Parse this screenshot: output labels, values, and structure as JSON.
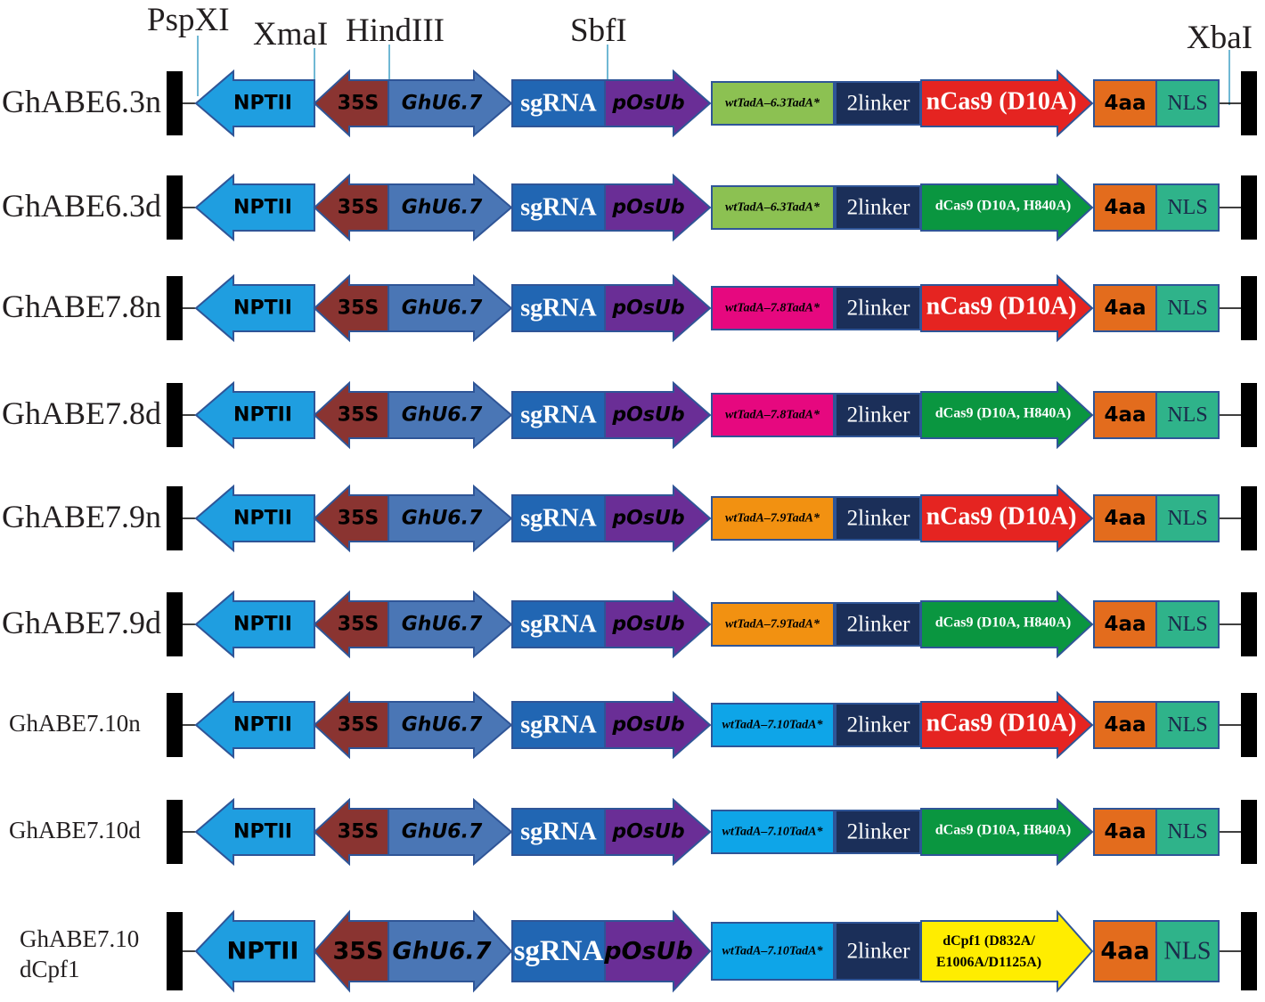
{
  "restriction_sites": [
    {
      "id": "pspxi",
      "label": "PspXI",
      "color": "#231f20"
    },
    {
      "id": "xmai",
      "label": "XmaI",
      "color": "#c8175d"
    },
    {
      "id": "hindiii",
      "label": "HindIII",
      "color": "#231f20"
    },
    {
      "id": "sbfi",
      "label": "SbfI",
      "color": "#231f20"
    },
    {
      "id": "xbai",
      "label": "XbaI",
      "color": "#231f20"
    }
  ],
  "common_labels": {
    "nptii": "NPTII",
    "p35s": "35S",
    "ghu6": "GhU6.7",
    "sgrna": "sgRNA",
    "posub": "pOsUb",
    "linker": "2linker",
    "aa4": "4aa",
    "nls": "NLS"
  },
  "colors": {
    "nptii": "#1f9ee0",
    "p35s": "#8a3431",
    "ghu6": "#4a76b5",
    "sgrna": "#2166b3",
    "posub": "#6a2e96",
    "linker": "#1b2f59",
    "ncas9": "#e52421",
    "dcas9": "#0a9640",
    "dcpf1": "#ffed00",
    "aa4": "#e36c1d",
    "nls": "#2fb38a",
    "outline": "#2f5597",
    "tada_63": "#8cc152",
    "tada_78": "#e6087f",
    "tada_79": "#f29111",
    "tada_710": "#0ea5e8"
  },
  "constructs": [
    {
      "name": "GhABE6.3n",
      "tada": "wtTadA–6.3TadA*",
      "tada_color": "#8cc152",
      "cas": "nCas9 (D10A)",
      "cas_type": "ncas9"
    },
    {
      "name": "GhABE6.3d",
      "tada": "wtTadA–6.3TadA*",
      "tada_color": "#8cc152",
      "cas": "dCas9 (D10A, H840A)",
      "cas_type": "dcas9"
    },
    {
      "name": "GhABE7.8n",
      "tada": "wtTadA–7.8TadA*",
      "tada_color": "#e6087f",
      "cas": "nCas9 (D10A)",
      "cas_type": "ncas9"
    },
    {
      "name": "GhABE7.8d",
      "tada": "wtTadA–7.8TadA*",
      "tada_color": "#e6087f",
      "cas": "dCas9 (D10A, H840A)",
      "cas_type": "dcas9"
    },
    {
      "name": "GhABE7.9n",
      "tada": "wtTadA–7.9TadA*",
      "tada_color": "#f29111",
      "cas": "nCas9 (D10A)",
      "cas_type": "ncas9"
    },
    {
      "name": "GhABE7.9d",
      "tada": "wtTadA–7.9TadA*",
      "tada_color": "#f29111",
      "cas": "dCas9 (D10A, H840A)",
      "cas_type": "dcas9"
    },
    {
      "name": "GhABE7.10n",
      "tada": "wtTadA–7.10TadA*",
      "tada_color": "#0ea5e8",
      "cas": "nCas9 (D10A)",
      "cas_type": "ncas9"
    },
    {
      "name": "GhABE7.10d",
      "tada": "wtTadA–7.10TadA*",
      "tada_color": "#0ea5e8",
      "cas": "dCas9 (D10A, H840A)",
      "cas_type": "dcas9"
    },
    {
      "name": "GhABE7.10 dCpf1",
      "tada": "wtTadA–7.10TadA*",
      "tada_color": "#0ea5e8",
      "cas": "dCpf1 (D832A/ E1006A/D1125A)",
      "cas_type": "dcpf1"
    }
  ]
}
